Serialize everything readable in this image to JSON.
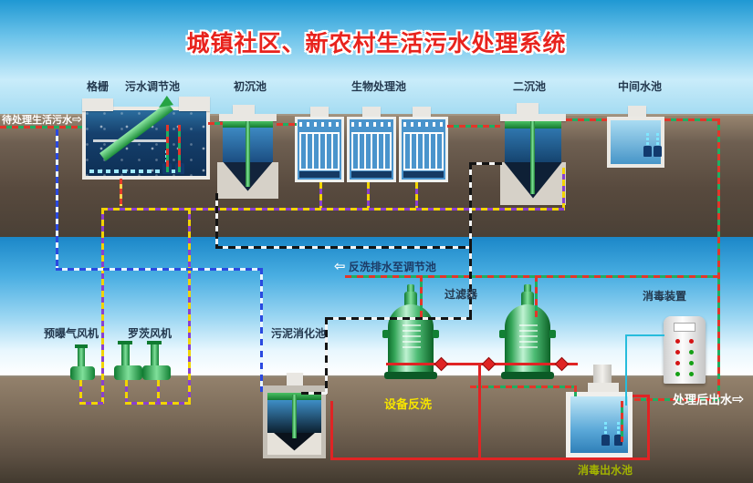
{
  "title": "城镇社区、新农村生活污水处理系统",
  "stage_labels": {
    "grille": "格栅",
    "regulating_tank": "污水调节池",
    "primary_sedimentation": "初沉池",
    "biological_treatment": "生物处理池",
    "secondary_sedimentation": "二沉池",
    "intermediate_tank": "中间水池"
  },
  "equipment_labels": {
    "pre_aeration_blower": "预曝气风机",
    "roots_blower": "罗茨风机",
    "sludge_digestion_tank": "污泥消化池",
    "filter": "过滤器",
    "disinfection_device": "消毒装置",
    "disinfection_outlet_tank": "消毒出水池"
  },
  "flow_labels": {
    "influent": "待处理生活污水",
    "influent_arrow": "⇨",
    "backwash_return": "反洗排水至调节池",
    "backwash_return_arrow": "⇦",
    "equipment_backwash": "设备反洗",
    "effluent": "处理后出水",
    "effluent_arrow": "⇨"
  },
  "colors": {
    "title_red": "#e8231d",
    "label_dark": "#23384e",
    "backwash_label_yellow": "#f6e400",
    "outlet_tank_label_olive": "#a3b400",
    "flow_label_white": "#ffffff",
    "pipe_sewage_red": "#e2362a",
    "pipe_sewage_green": "#1fae62",
    "pipe_air_purple": "#8a3fd0",
    "pipe_air_yellow": "#f2d400",
    "pipe_sludge_black": "#141414",
    "pipe_preair_blue": "#2a49e0",
    "pipe_backwash_red": "#e02424",
    "pipe_dosing_teal": "#27bcdc"
  }
}
